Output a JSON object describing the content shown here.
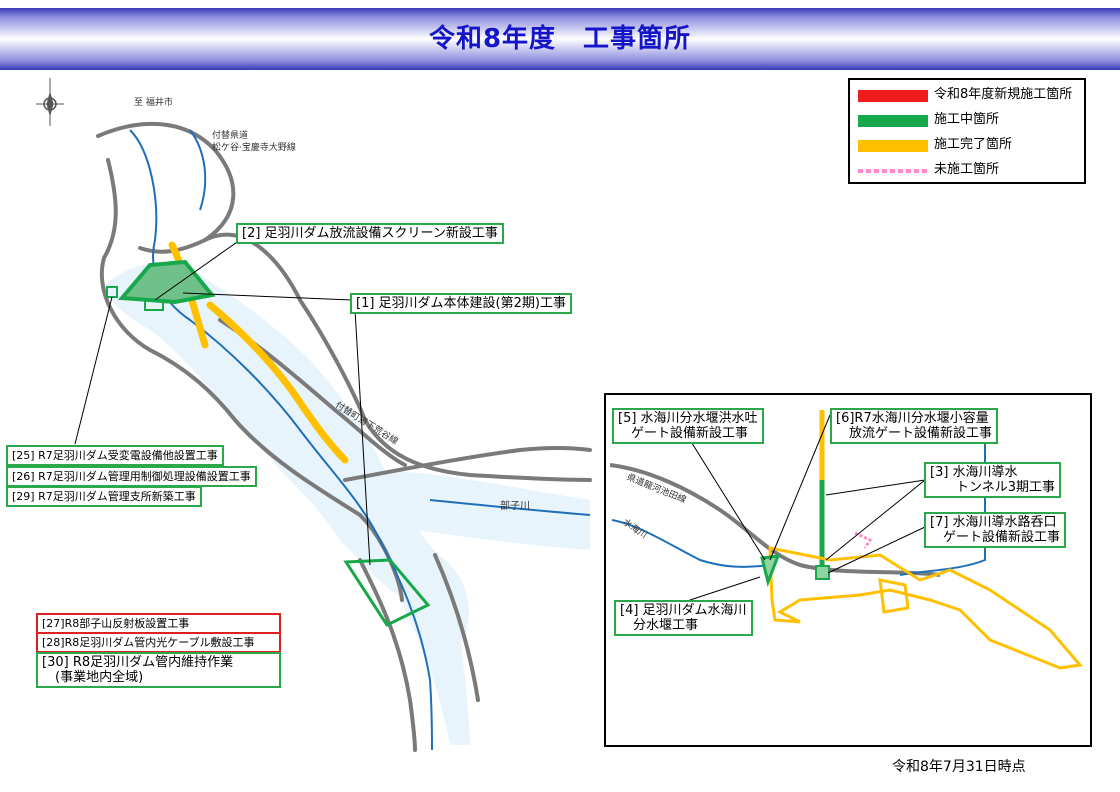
{
  "title": "令和8年度　工事箇所",
  "compass": "compass-rose-icon",
  "road_labels": {
    "fukui": "至 福井市",
    "prefroad_line1": "付替県道",
    "prefroad_line2": "松ケ谷·宝慶寺大野線",
    "town_road": "付替町道下荒谷線",
    "bushi_river": "部子川",
    "inset_road": "県道龍河池田線",
    "mizumi_river": "水海川"
  },
  "legend": [
    {
      "label": "令和8年度新規施工箇所",
      "color": "#ee1c1c",
      "style": "solid"
    },
    {
      "label": "施工中箇所",
      "color": "#16a84a",
      "style": "solid"
    },
    {
      "label": "施工完了箇所",
      "color": "#ffc000",
      "style": "solid"
    },
    {
      "label": "未施工箇所",
      "color": "#ff88cc",
      "style": "dotted"
    }
  ],
  "main_labels": {
    "l2": "[2] 足羽川ダム放流設備スクリーン新設工事",
    "l1": "[1] 足羽川ダム本体建設(第2期)工事",
    "l25": "[25] R7足羽川ダム受変電設備他設置工事",
    "l26": "[26] R7足羽川ダム管理用制御処理設備設置工事",
    "l29": "[29] R7足羽川ダム管理支所新築工事",
    "l27": "[27]R8部子山反射板設置工事",
    "l28": "[28]R8足羽川ダム管内光ケーブル敷設工事",
    "l30": "[30] R8足羽川ダム管内維持作業\n　(事業地内全域)"
  },
  "inset_labels": {
    "l5": "[5] 水海川分水堰洪水吐\n　ゲート設備新設工事",
    "l6": "[6]R7水海川分水堰小容量\n　放流ゲート設備新設工事",
    "l3": "[3] 水海川導水\n　　トンネル3期工事",
    "l7": "[7] 水海川導水路呑口\n　ゲート設備新設工事",
    "l4": "[4] 足羽川ダム水海川\n　分水堰工事"
  },
  "footer": "令和8年7月31日時点"
}
